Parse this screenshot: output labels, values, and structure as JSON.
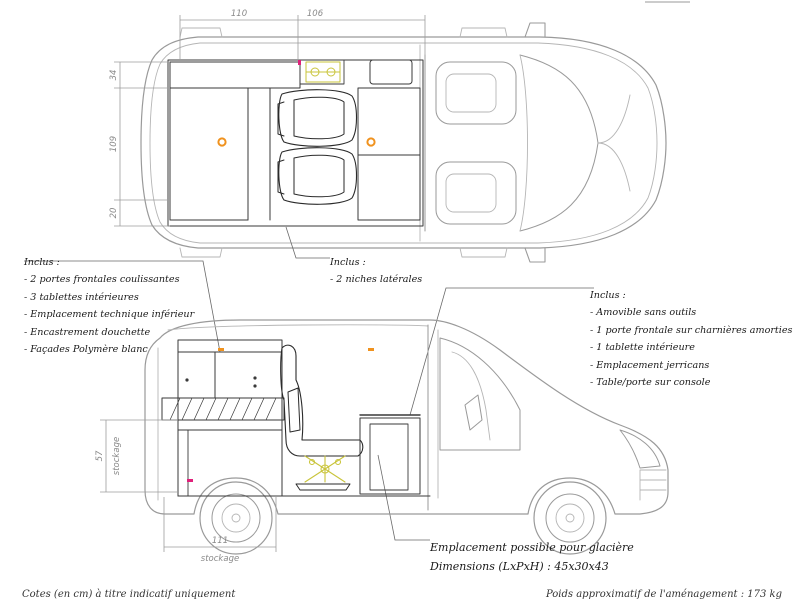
{
  "dimensions": {
    "top_width_rear": "110",
    "top_width_mid": "106",
    "top_side_34": "34",
    "top_side_109": "109",
    "top_side_20": "20",
    "side_height": "57",
    "side_height_label": "stockage",
    "bottom_length": "111",
    "bottom_length_label": "stockage"
  },
  "annotations": {
    "rear": {
      "heading": "Inclus :",
      "items": [
        "2 portes frontales coulissantes",
        "3 tablettes intérieures",
        "Emplacement technique inférieur",
        "Encastrement douchette",
        "Façades Polymère blanc"
      ]
    },
    "middle": {
      "heading": "Inclus :",
      "items": [
        "2 niches latérales"
      ]
    },
    "front": {
      "heading": "Inclus :",
      "items": [
        "Amovible sans outils",
        "1 porte frontale sur charnières amorties",
        "1 tablette intérieure",
        "Emplacement jerricans",
        "Table/porte sur console"
      ]
    }
  },
  "glaciere": {
    "line1": "Emplacement possible pour glacière",
    "line2": "Dimensions (LxPxH) : 45x30x43"
  },
  "footer": {
    "left": "Cotes (en cm) à titre indicatif uniquement",
    "right": "Poids approximatif de l'aménagement : 173 kg"
  },
  "colors": {
    "vehicle_line": "#9a9a9a",
    "furniture_line": "#3a3a3a",
    "dimension_line": "#9c9c9c",
    "orange_marker": "#f0921e",
    "magenta_marker": "#e0207a",
    "yellow_mechanism": "#c9c43a"
  }
}
